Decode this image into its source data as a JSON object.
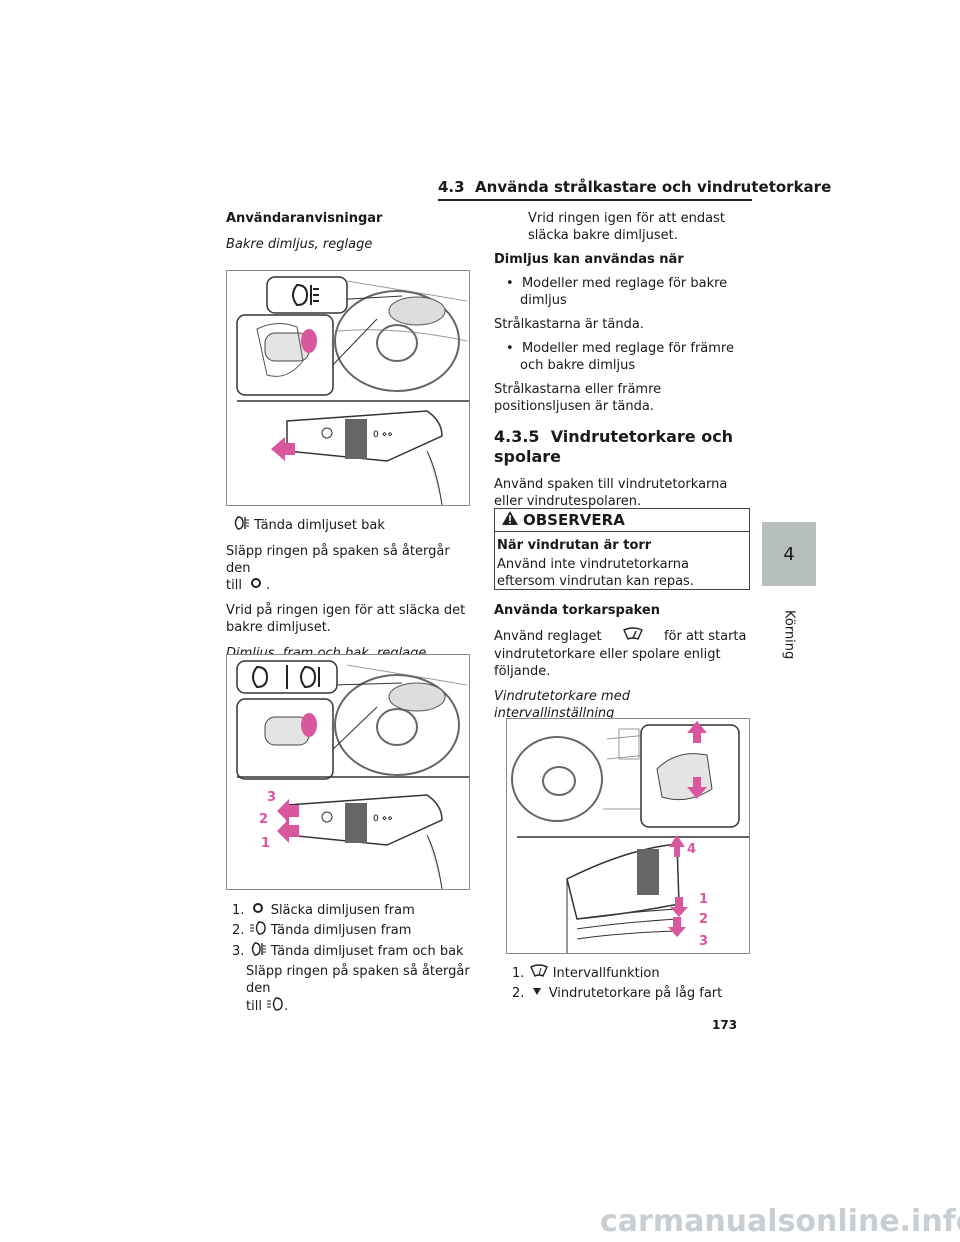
{
  "header": {
    "section": "4.3",
    "title": "Använda strålkastare och vindrutetorkare"
  },
  "side_tab": {
    "number": "4",
    "label": "Körning"
  },
  "page_number": "173",
  "watermark": "carmanualsonline.info",
  "left": {
    "heading": "Användaranvisningar",
    "caption1": "Bakre dimljus, reglage",
    "fig1_item": "Tända dimljuset bak",
    "p1a": "Släpp ringen på spaken så återgår den",
    "p1b": "till",
    "p1c": ".",
    "p2": "Vrid på ringen igen för att släcka det bakre dimljuset.",
    "caption2": "Dimljus, fram och bak, reglage",
    "fig2_labels": [
      "3",
      "2",
      "1"
    ],
    "list": [
      {
        "num": "1.",
        "text": "Släcka dimljusen fram"
      },
      {
        "num": "2.",
        "text": "Tända dimljusen fram"
      },
      {
        "num": "3.",
        "text": "Tända dimljuset fram och bak"
      }
    ],
    "p3a": "Släpp ringen på spaken så återgår den",
    "p3b": "till",
    "p3c": "."
  },
  "right": {
    "p0": "Vrid ringen igen för att endast släcka bakre dimljuset.",
    "h_when": "Dimljus kan användas när",
    "bullet1": "Modeller med reglage för bakre dimljus",
    "b1_text": "Strålkastarna är tända.",
    "bullet2": "Modeller med reglage för främre och bakre dimljus",
    "b2_text": "Strålkastarna eller främre positionsljusen är tända.",
    "section_num": "4.3.5",
    "section_title1": "Vindrutetorkare och",
    "section_title2": "spolare",
    "intro": "Använd spaken till vindrutetorkarna eller vindrutespolaren.",
    "warn_title": "OBSERVERA",
    "warn_sub": "När vindrutan är torr",
    "warn_text": "Använd inte vindrutetorkarna eftersom vindrutan kan repas.",
    "h_use": "Använda torkarspaken",
    "use_a": "Använd reglaget",
    "use_b": "för att starta vindrutetorkare eller spolare enligt följande.",
    "caption3": "Vindrutetorkare med intervallinställning",
    "fig3_labels": [
      "4",
      "1",
      "2",
      "3"
    ],
    "list": [
      {
        "num": "1.",
        "text": "Intervallfunktion"
      },
      {
        "num": "2.",
        "text": "Vindrutetorkare på låg fart"
      }
    ]
  },
  "colors": {
    "accent": "#d9579c",
    "tab": "#b7bfba"
  }
}
